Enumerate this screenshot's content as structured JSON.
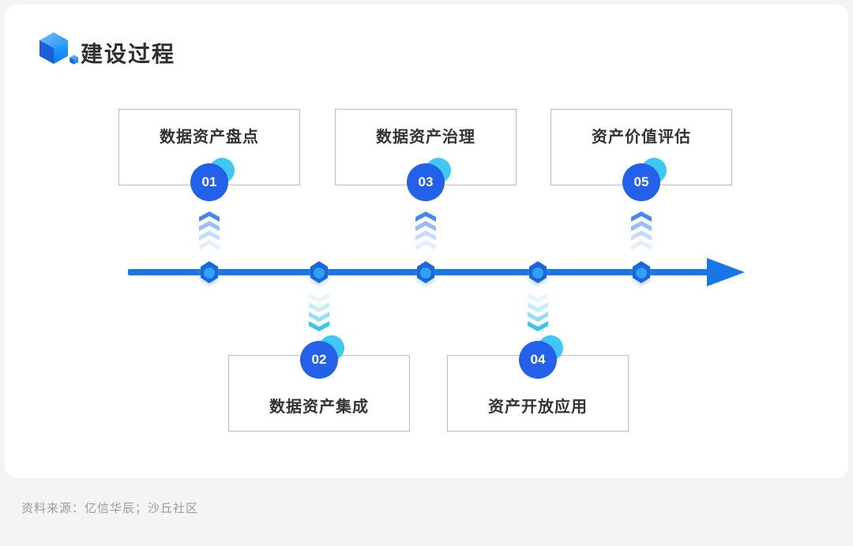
{
  "title": {
    "text": "建设过程"
  },
  "logo": {
    "icon": "cube-logo-icon"
  },
  "stages": [
    {
      "num": "01",
      "label": "数据资产盘点",
      "position": "above-timeline"
    },
    {
      "num": "02",
      "label": "数据资产集成",
      "position": "below-timeline"
    },
    {
      "num": "03",
      "label": "数据资产治理",
      "position": "above-timeline"
    },
    {
      "num": "04",
      "label": "资产开放应用",
      "position": "below-timeline"
    },
    {
      "num": "05",
      "label": "资产价值评估",
      "position": "above-timeline"
    }
  ],
  "timeline": {
    "direction": "left-to-right",
    "node_count": 5,
    "node_icon": "hexagon-node-icon"
  },
  "footer": {
    "source": "资料来源：亿信华辰；沙丘社区"
  },
  "colors": {
    "timeline_blue": "#1877E8",
    "badge_blue": "#2361EA",
    "badge_cyan": "#3EC8F3",
    "chevron_up_blue": "#4687F0",
    "chevron_down_cyan": "#38C6F0",
    "node_dark_blue": "#1A67DC",
    "node_inner_blue": "#31A1F2",
    "box_border_gray": "#BDBDBD",
    "text_dark": "#333333",
    "footer_gray": "#9B9B9B",
    "page_bg": "#F4F4F4",
    "card_bg": "#FFFFFF"
  }
}
